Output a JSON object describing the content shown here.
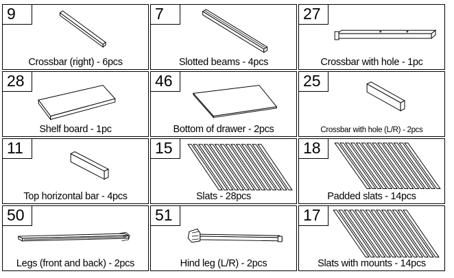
{
  "parts": [
    {
      "number": "9",
      "label": "Crossbar (right) - 6pcs",
      "icon": "crossbar-icon"
    },
    {
      "number": "7",
      "label": "Slotted beams - 4pcs",
      "icon": "slotted-beam-icon"
    },
    {
      "number": "27",
      "label": "Crossbar with hole - 1pc",
      "icon": "crossbar-with-hole-icon"
    },
    {
      "number": "28",
      "label": "Shelf board - 1pc",
      "icon": "shelf-board-icon"
    },
    {
      "number": "46",
      "label": "Bottom of drawer - 2pcs",
      "icon": "drawer-bottom-icon"
    },
    {
      "number": "25",
      "label": "Crossbar with hole (L/R) - 2pcs",
      "icon": "short-crossbar-icon"
    },
    {
      "number": "11",
      "label": "Top horizontal bar - 4pcs",
      "icon": "horizontal-bar-icon"
    },
    {
      "number": "15",
      "label": "Slats - 28pcs",
      "icon": "slats-icon"
    },
    {
      "number": "18",
      "label": "Padded slats - 14pcs",
      "icon": "padded-slats-icon"
    },
    {
      "number": "50",
      "label": "Legs (front and back) - 2pcs",
      "icon": "leg-icon"
    },
    {
      "number": "51",
      "label": "Hind leg (L/R) - 2pcs",
      "icon": "hind-leg-icon"
    },
    {
      "number": "17",
      "label": "Slats with mounts - 14pcs",
      "icon": "slats-with-mounts-icon"
    }
  ]
}
